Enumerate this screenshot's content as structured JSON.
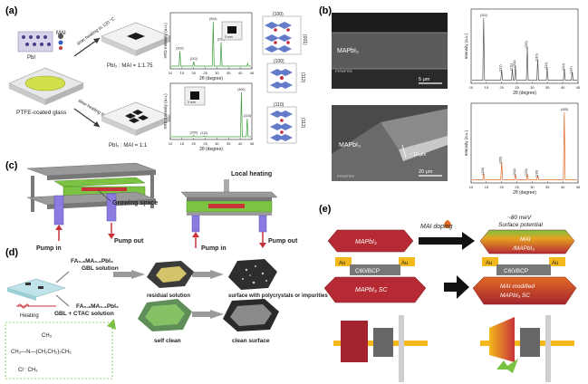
{
  "panels": {
    "a": {
      "label": "(a)",
      "pbi2": "PbI",
      "pbi2_sub": "2",
      "mai": "MAI",
      "substrate": "PTFE-coated glass",
      "step1_arrow": "slow heating to 120 °C",
      "step2_arrow": "slow heating to 120 °C",
      "ratio1": "PbI₂ : MAI = 1:1.75",
      "ratio2": "PbI₂ : MAI = 1:1",
      "inset_scale": "3 mm",
      "xrd_ylabel": "XRD Intensity (a.u.)",
      "xrd_xlabel": "2θ (degree)",
      "facets_top": [
        "(100)",
        "(001)"
      ],
      "facets_mid": [
        "(100)",
        "(112)"
      ],
      "facets_bot": [
        "(110)",
        "(112)"
      ]
    },
    "b": {
      "label": "(b)",
      "sem1_text": "MAPbI₃",
      "sem1_scale": "5 μm",
      "sem1_substrate": "PTFE/PTFE",
      "sem2_text": "MAPbI₃",
      "sem2_thickness": "~ 10 μm",
      "sem2_scale": "20 μm",
      "sem2_substrate": "PTFE/PTFE",
      "xrd_ylabel": "Intensity (a.u.)",
      "xrd_xlabel": "2θ (degree)"
    },
    "c": {
      "label": "(c)",
      "growing_space": "Growing space",
      "pump_in_1": "Pump in",
      "pump_out_1": "Pump out",
      "local_heating": "Local heating",
      "pump_in_2": "Pump in",
      "pump_out_2": "Pump out"
    },
    "d": {
      "label": "(d)",
      "solution1": "FA₀.₈MA₀.₂PbI₃",
      "solution1_sub": "GBL solution",
      "solution2": "FA₀.₈MA₀.₂PbI₃",
      "solution2_sub": "GBL + CTAC solution",
      "heating": "Heating",
      "residual": "residual solution",
      "surface_bad": "surface with polycrystals or impurities",
      "self_clean": "self clean",
      "clean_surface": "clean surface",
      "ctac_formula_lines": [
        "CH₃",
        "CH₃—N—(CH₂CH₂)₇CH₃",
        "Cl⁻   CH₃"
      ]
    },
    "e": {
      "label": "(e)",
      "mapbi3": "MAPbI₃",
      "mai_doping": "MAI doping",
      "surface_potential_1": "~80 meV",
      "surface_potential_2": "Surface potential",
      "mai_over": "MAI",
      "mapbi3_under": "/MAPbI₃",
      "au": "Au",
      "c60bcp_1": "C60/BCP",
      "c60bcp_2": "C60/BCP",
      "sc1": "MAPbI₃ SC",
      "sc2_line1": "MAI modified",
      "sc2_line2": "MAPbI₃ SC"
    }
  },
  "chart_data": [
    {
      "type": "line",
      "title": "",
      "xlabel": "2θ (degree)",
      "ylabel": "XRD Intensity (a.u.)",
      "xlim": [
        10,
        45
      ],
      "peaks": [
        {
          "x": 14.1,
          "y": 0.35,
          "label": "(002)"
        },
        {
          "x": 20.0,
          "y": 0.12,
          "label": "(110)"
        },
        {
          "x": 28.4,
          "y": 1.0,
          "label": "(004)"
        },
        {
          "x": 31.8,
          "y": 0.55,
          "label": "(220)"
        },
        {
          "x": 43.2,
          "y": 0.08,
          "label": ""
        }
      ]
    },
    {
      "type": "line",
      "title": "",
      "xlabel": "2θ (degree)",
      "ylabel": "XRD Intensity (a.u.)",
      "xlim": [
        10,
        45
      ],
      "peaks": [
        {
          "x": 20.0,
          "y": 0.05,
          "label": "(200)"
        },
        {
          "x": 24.5,
          "y": 0.04,
          "label": "(112)"
        },
        {
          "x": 40.5,
          "y": 1.0,
          "label": "(400)"
        },
        {
          "x": 43.0,
          "y": 0.42,
          "label": "(224)"
        }
      ]
    },
    {
      "type": "line",
      "title": "",
      "xlabel": "2θ (degree)",
      "ylabel": "Intensity (a.u.)",
      "xlim": [
        10,
        45
      ],
      "peaks": [
        {
          "x": 14.1,
          "y": 1.0,
          "label": "(110)"
        },
        {
          "x": 20.0,
          "y": 0.18,
          "label": "(112)"
        },
        {
          "x": 23.5,
          "y": 0.2,
          "label": "(211)"
        },
        {
          "x": 24.5,
          "y": 0.25,
          "label": "(202)"
        },
        {
          "x": 28.4,
          "y": 0.55,
          "label": "(220)"
        },
        {
          "x": 31.8,
          "y": 0.35,
          "label": "(310)"
        },
        {
          "x": 34.9,
          "y": 0.22,
          "label": "(114)"
        },
        {
          "x": 40.5,
          "y": 0.2,
          "label": "(224)"
        },
        {
          "x": 43.1,
          "y": 0.15,
          "label": "(314)"
        }
      ]
    },
    {
      "type": "line",
      "title": "",
      "xlabel": "2θ (degree)",
      "ylabel": "Intensity (a.u.)",
      "xlim": [
        10,
        45
      ],
      "peaks": [
        {
          "x": 14.1,
          "y": 0.12,
          "label": "(110)"
        },
        {
          "x": 20.0,
          "y": 0.28,
          "label": "(200)"
        },
        {
          "x": 24.5,
          "y": 0.1,
          "label": "(202)"
        },
        {
          "x": 28.4,
          "y": 0.1,
          "label": "(220)"
        },
        {
          "x": 31.8,
          "y": 0.08,
          "label": "(310)"
        },
        {
          "x": 40.5,
          "y": 1.0,
          "label": "(400)"
        }
      ]
    }
  ],
  "chart_axis_ticks": [
    10,
    15,
    20,
    25,
    30,
    35,
    40,
    45
  ],
  "colors": {
    "green_spacer": "#7cc243",
    "gray_plate": "#8a8a8a",
    "purple_pipe": "#8a7be0",
    "red_crystal": "#c8323a",
    "dark_red": "#a3242e",
    "gold": "#f2b81c",
    "arrow_green": "#7ac142",
    "orange_line": "#e36a22",
    "xrd_green": "#3a9a3a"
  }
}
